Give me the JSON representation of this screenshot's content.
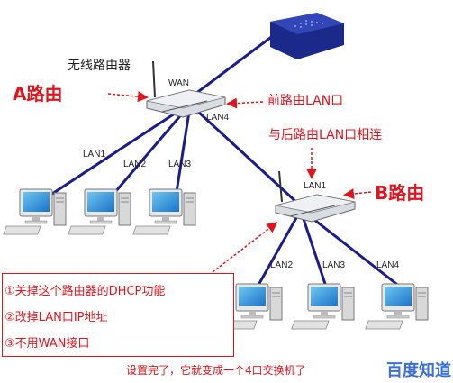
{
  "labels": {
    "wireless_router": "无线路由器",
    "router_a": "A路由",
    "router_b": "B路由",
    "wan": "WAN",
    "lan4_a": "LAN4",
    "front_lan": "前路由LAN口",
    "connect_back": "与后路由LAN口相连",
    "lan1_a": "LAN1",
    "lan2_a": "LAN2",
    "lan3_a": "LAN3",
    "lan1_b": "LAN1",
    "lan2_b": "LAN2",
    "lan3_b": "LAN3",
    "lan4_b": "LAN4"
  },
  "notes": [
    "①关掉这个路由器的DHCP功能",
    "②改掉LAN口IP地址",
    "③不用WAN接口"
  ],
  "bottom_text": "设置完了，它就变成一个4口交换机了",
  "watermark": "百度知道",
  "colors": {
    "accent": "#e0141e",
    "cable": "#1c1c8c"
  }
}
